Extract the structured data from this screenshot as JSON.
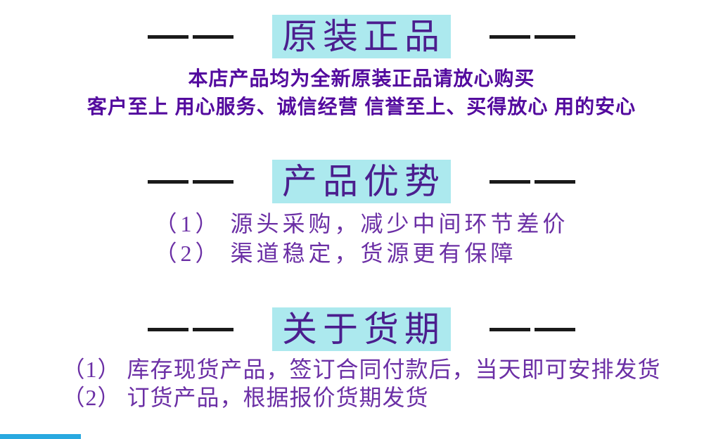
{
  "theme": {
    "background": "#ffffff",
    "highlight": "#ace9ee",
    "title_color": "#4b1e8e",
    "body_color": "#530a9e",
    "list_color": "#6b2fa5",
    "dash_color": "#1a1a1a",
    "bottom_strip": "#29a9e0"
  },
  "sections": [
    {
      "title": "原装正品",
      "lines": [
        "本店产品均为全新原装正品请放心购买",
        "客户至上 用心服务、诚信经营 信誉至上、买得放心 用的安心"
      ]
    },
    {
      "title": "产品优势",
      "lines": [
        "（1） 源头采购，减少中间环节差价",
        "（2） 渠道稳定，货源更有保障"
      ]
    },
    {
      "title": "关于货期",
      "lines": [
        "（1） 库存现货产品，签订合同付款后，当天即可安排发货",
        "（2） 订货产品，根据报价货期发货"
      ]
    }
  ]
}
